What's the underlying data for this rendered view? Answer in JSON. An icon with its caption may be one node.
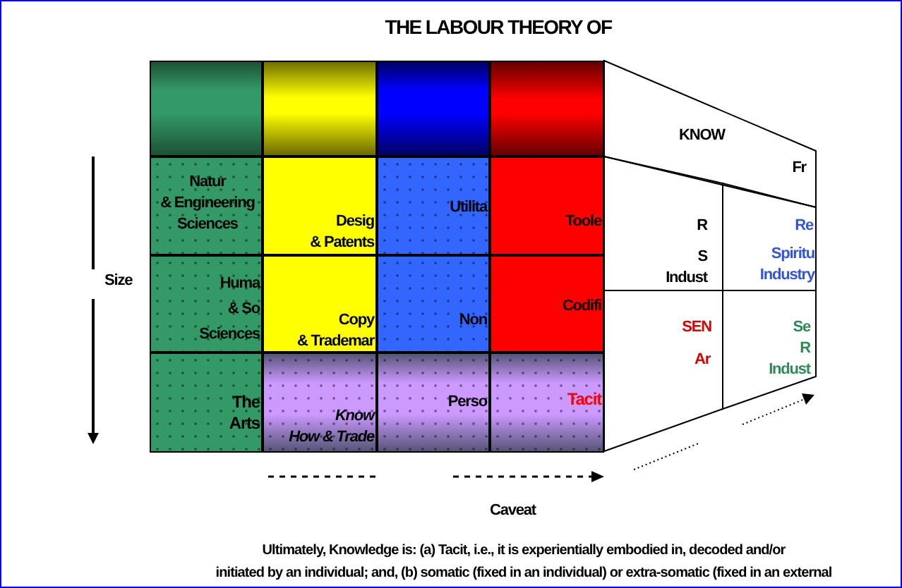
{
  "diagram": {
    "title": "THE LABOUR THEORY OF",
    "caption": "Ultimately, Knowledge is: (a) Tacit, i.e., it is experientially embodied in, decoded and/or initiated by an individual; and, (b) somatic (fixed in an individual) or extra-somatic (fixed in an external",
    "nodes": [
      {
        "text": [],
        "shape": "box"
      },
      {
        "text": [],
        "shape": "box"
      },
      {
        "text": [],
        "shape": "box"
      },
      {
        "text": [],
        "shape": "box"
      },
      {
        "text": [
          "KNOW",
          "Fr"
        ]
      },
      {
        "text": [
          "Natur & Engineering Sciences"
        ]
      },
      {
        "text": [
          "Desig & Patents"
        ]
      },
      {
        "text": [
          "Utilita"
        ]
      },
      {
        "text": [
          "Toole"
        ]
      },
      {
        "text": [
          "R",
          "S Indust"
        ]
      },
      {
        "text": [
          "Re",
          "Spiritu Industry"
        ]
      },
      {
        "text": [
          "Huma & So Sciences"
        ]
      },
      {
        "text": [
          "Copy & Trademar"
        ]
      },
      {
        "text": [
          "Non"
        ]
      },
      {
        "text": [
          "Codifi"
        ]
      },
      {
        "text": [
          "SEN",
          "Ar"
        ]
      },
      {
        "text": [
          "Se",
          "R Indust"
        ]
      },
      {
        "text": [
          "The Arts"
        ]
      },
      {
        "text": [
          "Know How & Trade"
        ]
      },
      {
        "text": [
          "Perso"
        ]
      },
      {
        "text": [
          "Tacit"
        ]
      }
    ],
    "labels": [
      "Size",
      "Caveat"
    ]
  }
}
